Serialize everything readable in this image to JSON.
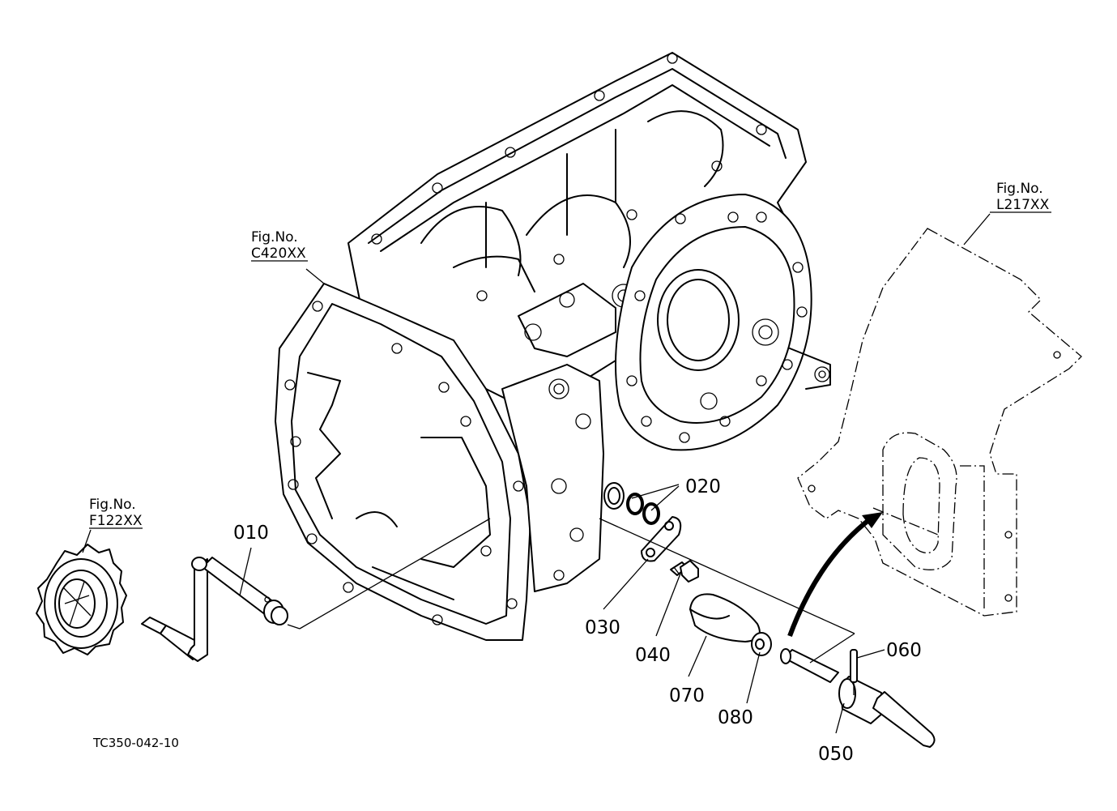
{
  "diagram": {
    "code": "TC350-042-10",
    "fig_refs": [
      {
        "key": "c420",
        "line1": "Fig.No.",
        "line2": "C420XX"
      },
      {
        "key": "f122",
        "line1": "Fig.No.",
        "line2": "F122XX"
      },
      {
        "key": "l217",
        "line1": "Fig.No.",
        "line2": "L217XX"
      }
    ],
    "parts": [
      {
        "key": "p010",
        "label": "010"
      },
      {
        "key": "p020",
        "label": "020"
      },
      {
        "key": "p030",
        "label": "030"
      },
      {
        "key": "p040",
        "label": "040"
      },
      {
        "key": "p050",
        "label": "050"
      },
      {
        "key": "p060",
        "label": "060"
      },
      {
        "key": "p070",
        "label": "070"
      },
      {
        "key": "p080",
        "label": "080"
      }
    ]
  }
}
